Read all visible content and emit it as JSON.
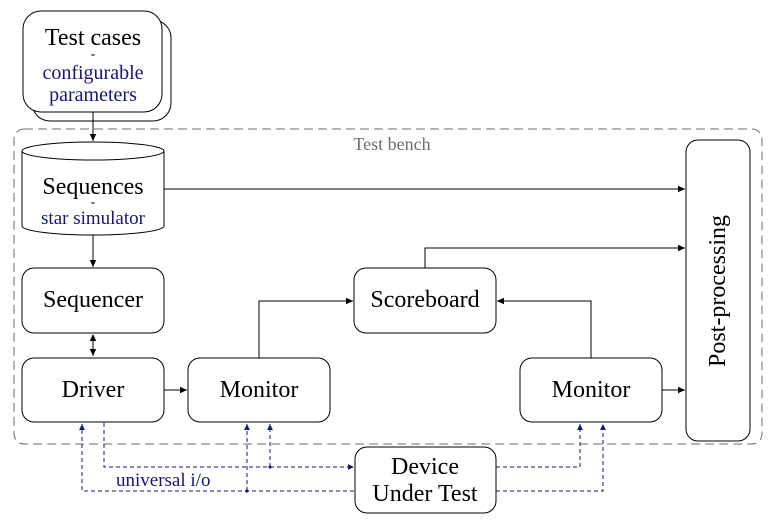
{
  "test_cases": {
    "title": "Test cases",
    "separator": "-",
    "param_line1": "configurable",
    "param_line2": "parameters"
  },
  "test_bench": {
    "label": "Test bench"
  },
  "sequences": {
    "title": "Sequences",
    "separator": "-",
    "subtitle": "star simulator"
  },
  "sequencer": {
    "label": "Sequencer"
  },
  "driver": {
    "label": "Driver"
  },
  "monitor_left": {
    "label": "Monitor"
  },
  "scoreboard": {
    "label": "Scoreboard"
  },
  "monitor_right": {
    "label": "Monitor"
  },
  "post_processing": {
    "label": "Post-processing"
  },
  "dut": {
    "line1": "Device",
    "line2": "Under Test"
  },
  "bus": {
    "label": "universal i/o"
  },
  "colors": {
    "blue": "#15157a",
    "gray_dash": "#6e6e6e",
    "black": "#000000"
  }
}
